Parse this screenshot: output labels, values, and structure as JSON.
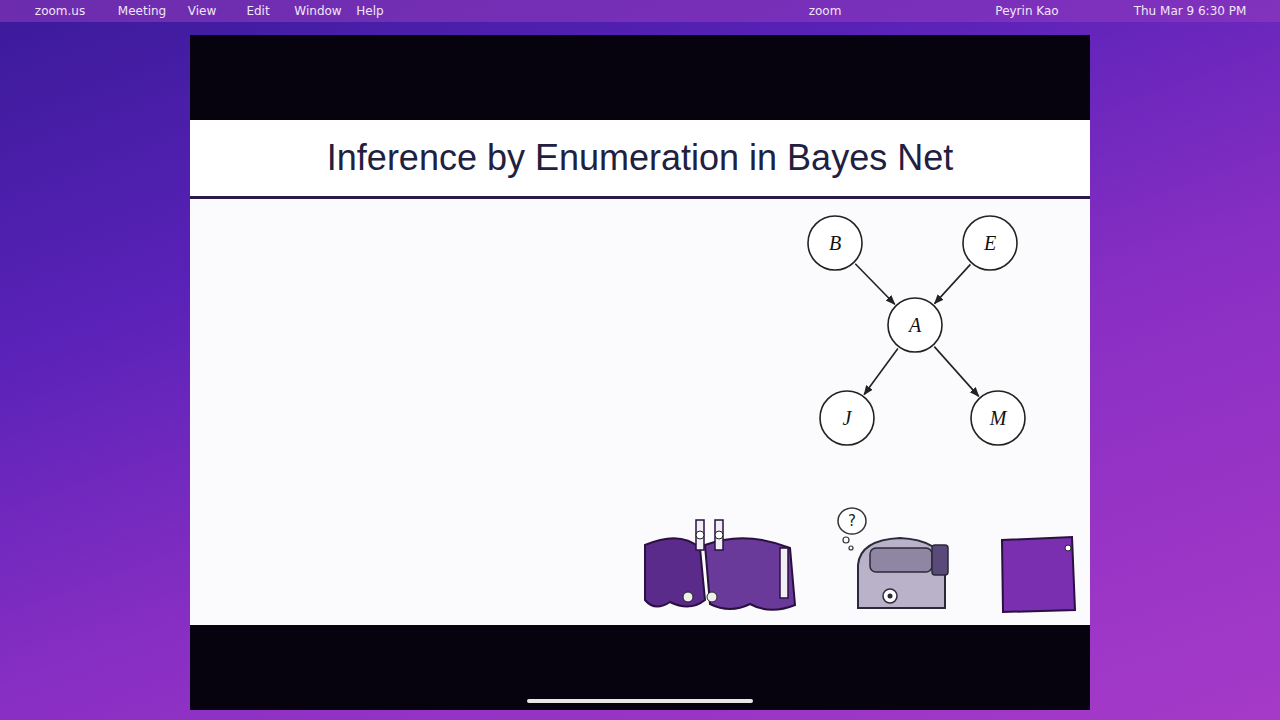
{
  "diagram": {
    "title": "Inference by Enumeration in Bayes Net",
    "nodes": [
      {
        "text": [
          "B"
        ]
      },
      {
        "text": [
          "E"
        ]
      },
      {
        "text": [
          "A"
        ]
      },
      {
        "text": [
          "J"
        ]
      },
      {
        "text": [
          "M"
        ]
      }
    ],
    "edges": [
      {
        "from": 0,
        "to": 2,
        "arrow": "to"
      },
      {
        "from": 1,
        "to": 2,
        "arrow": "to"
      },
      {
        "from": 2,
        "to": 3,
        "arrow": "to"
      },
      {
        "from": 2,
        "to": 4,
        "arrow": "to"
      }
    ],
    "labels": [
      "zoom.us",
      "Meeting",
      "View",
      "Edit",
      "Window",
      "Help",
      "zoom",
      "Peyrin Kao",
      "Thu Mar 9 6:30 PM",
      "?"
    ]
  }
}
